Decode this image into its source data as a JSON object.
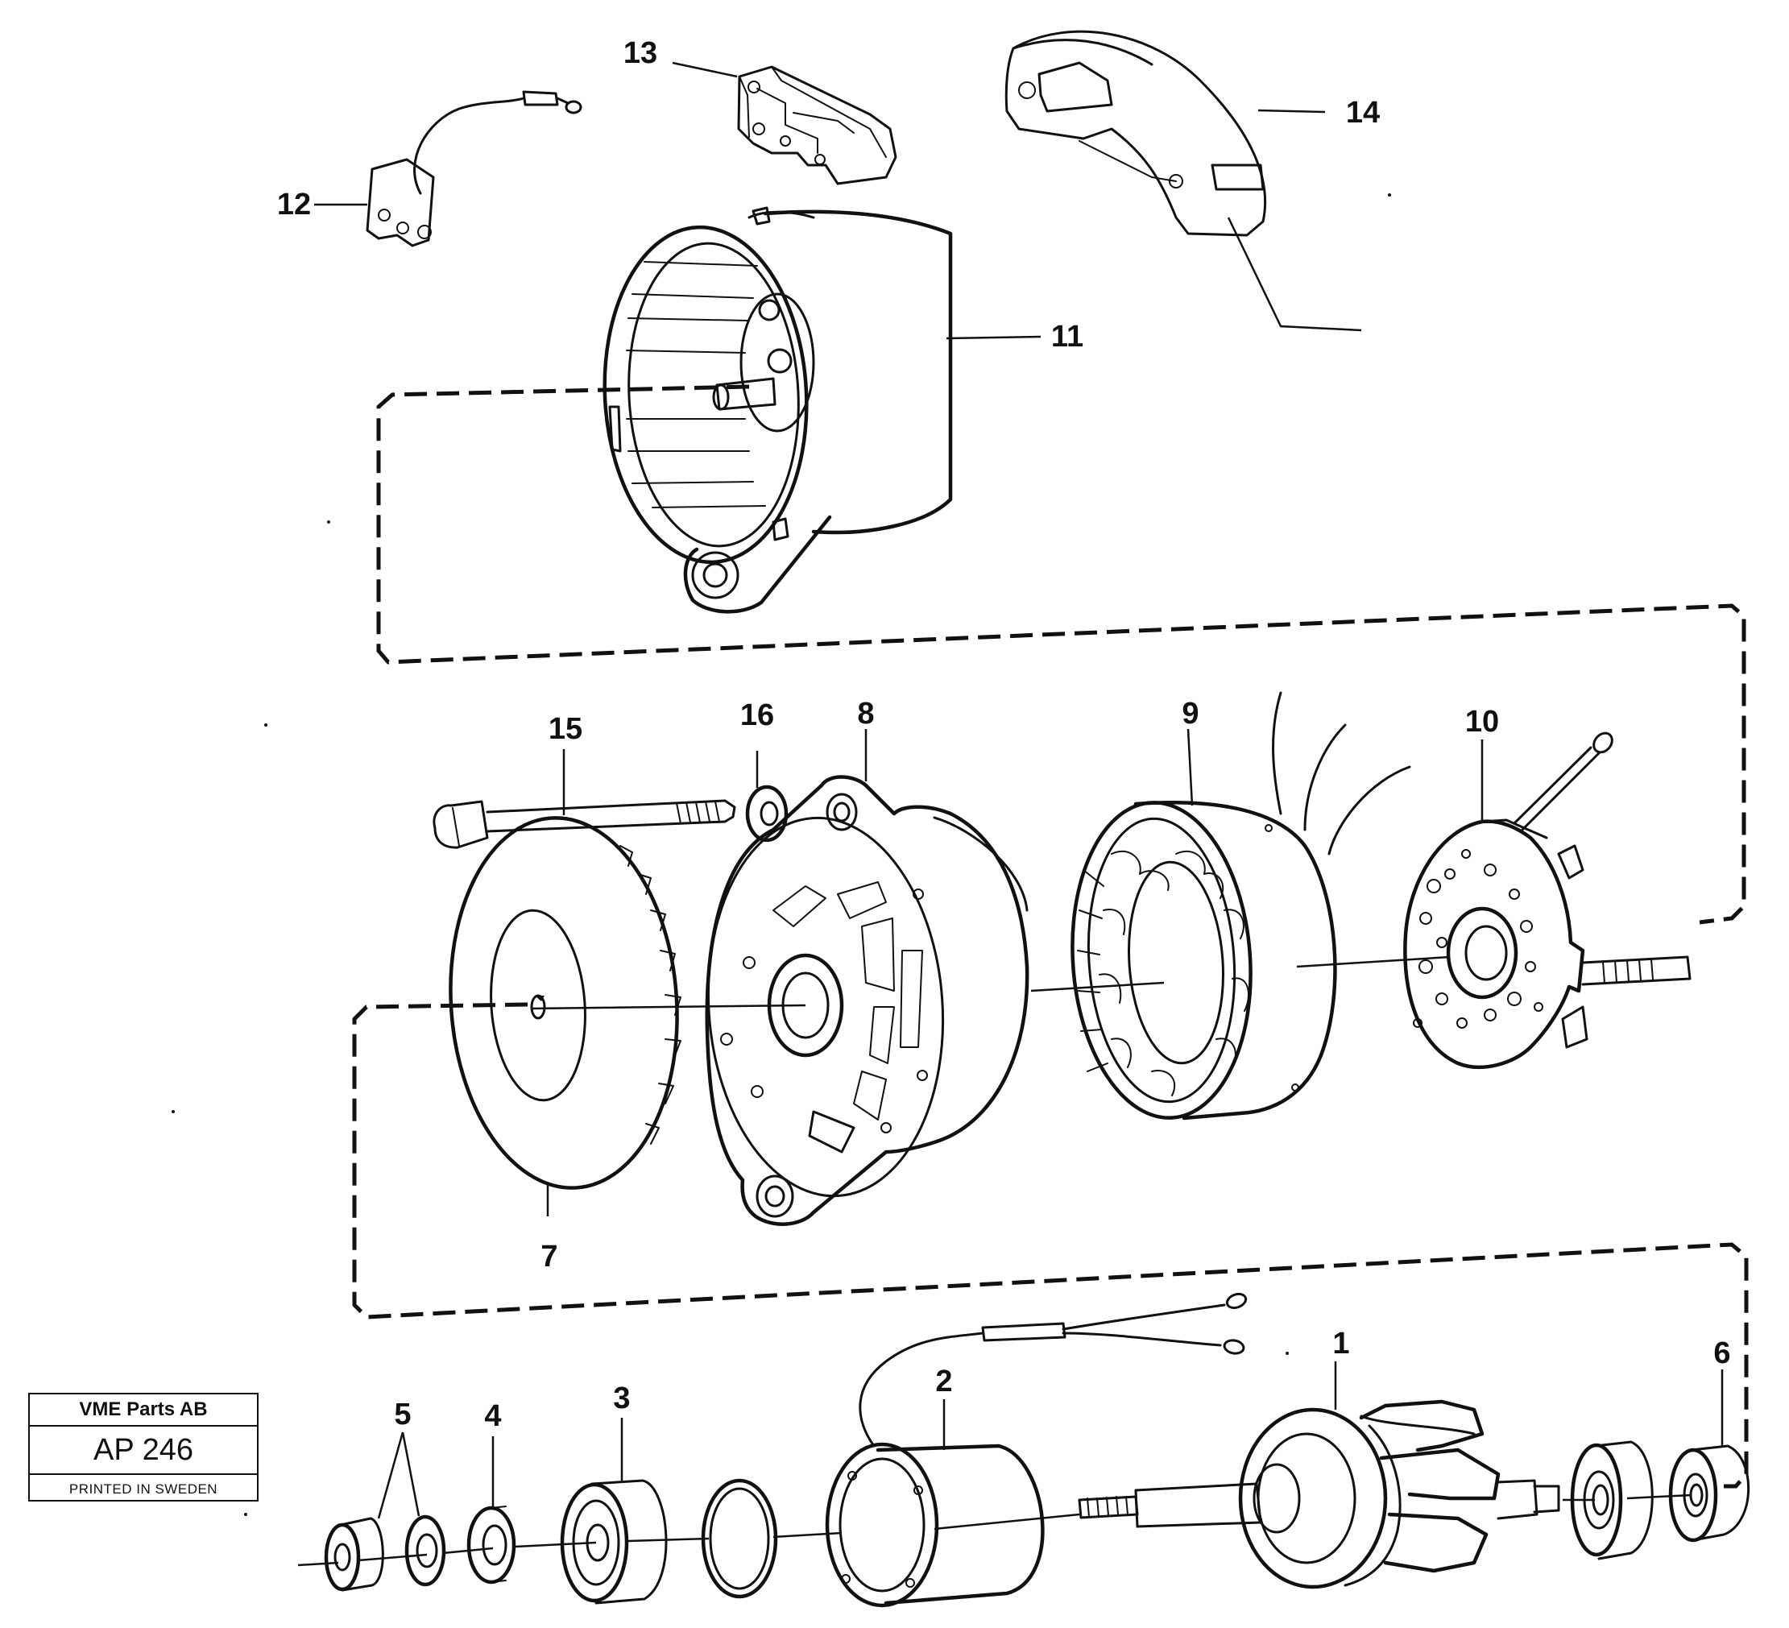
{
  "labels": {
    "n1": "1",
    "n2": "2",
    "n3": "3",
    "n4": "4",
    "n5": "5",
    "n6": "6",
    "n7": "7",
    "n8": "8",
    "n9": "9",
    "n10": "10",
    "n11": "11",
    "n12": "12",
    "n13": "13",
    "n14": "14",
    "n15": "15",
    "n16": "16"
  },
  "stamp": {
    "company": "VME Parts AB",
    "code": "AP 246",
    "printed": "PRINTED IN SWEDEN"
  }
}
